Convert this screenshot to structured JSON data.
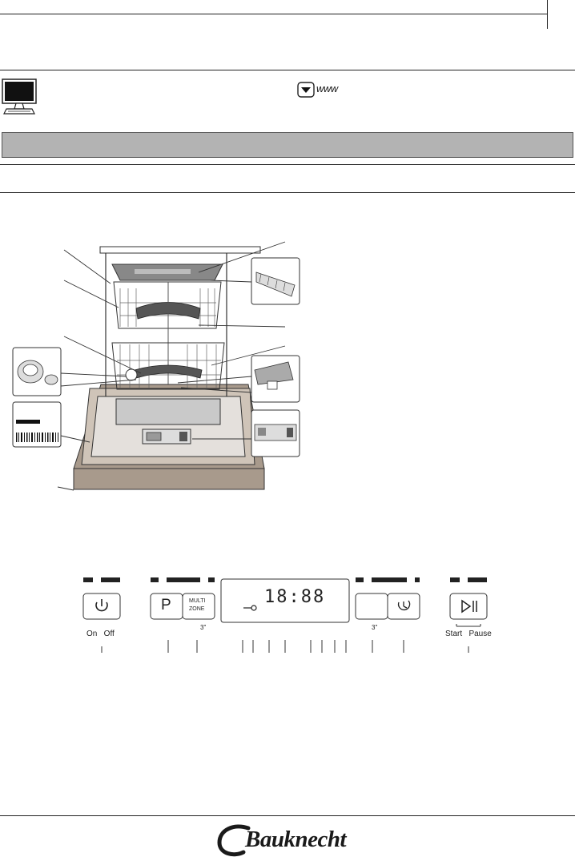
{
  "header": {
    "www_label": "www"
  },
  "panel": {
    "on_off_label": "On   Off",
    "program_letter": "P",
    "multizone_line1": "MULTI",
    "multizone_line2": "ZONE",
    "key_time": "3\"",
    "display_digits": "18:88",
    "tablet_time": "3\"",
    "start_pause_label": "Start   Pause",
    "callout_count": 14
  },
  "brand": {
    "name": "Bauknecht"
  },
  "icons": [
    "monitor-icon",
    "dropdown-arrow-icon",
    "power-icon",
    "play-pause-icon",
    "timer-icon",
    "key-icon",
    "wifi-icon"
  ],
  "colors": {
    "band": "#b3b3b3",
    "rack_shadow": "#555555",
    "door_base": "#a89a8c",
    "door_frame": "#c8c0b8"
  }
}
